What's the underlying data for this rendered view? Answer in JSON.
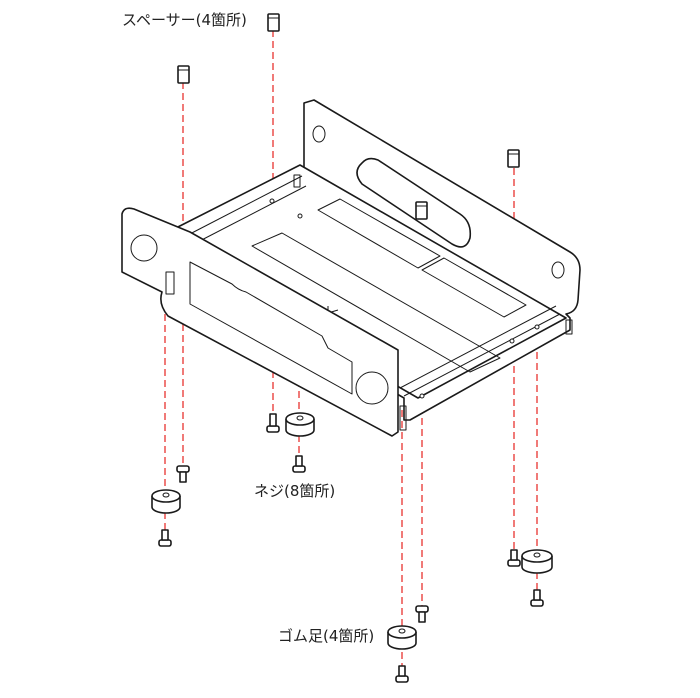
{
  "labels": {
    "spacer": "スペーサー(4箇所)",
    "screw": "ネジ(8箇所)",
    "rubber_foot": "ゴム足(4箇所)"
  },
  "colors": {
    "guide_line": "#e8322f",
    "outline": "#1a1a1a",
    "background": "#ffffff"
  }
}
